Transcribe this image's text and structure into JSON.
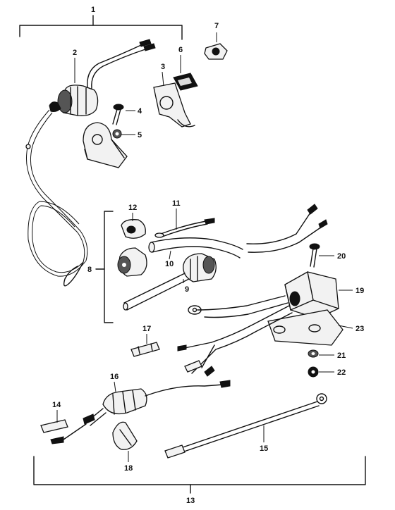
{
  "parts": [
    {
      "id": "part-1",
      "label": "1"
    },
    {
      "id": "part-2",
      "label": "2"
    },
    {
      "id": "part-3",
      "label": "3"
    },
    {
      "id": "part-4",
      "label": "4"
    },
    {
      "id": "part-5",
      "label": "5"
    },
    {
      "id": "part-6",
      "label": "6"
    },
    {
      "id": "part-7",
      "label": "7"
    },
    {
      "id": "part-8",
      "label": "8"
    },
    {
      "id": "part-9",
      "label": "9"
    },
    {
      "id": "part-10",
      "label": "10"
    },
    {
      "id": "part-11",
      "label": "11"
    },
    {
      "id": "part-12",
      "label": "12"
    },
    {
      "id": "part-13",
      "label": "13"
    },
    {
      "id": "part-14",
      "label": "14"
    },
    {
      "id": "part-15",
      "label": "15"
    },
    {
      "id": "part-16",
      "label": "16"
    },
    {
      "id": "part-17",
      "label": "17"
    },
    {
      "id": "part-18",
      "label": "18"
    },
    {
      "id": "part-19",
      "label": "19"
    },
    {
      "id": "part-20",
      "label": "20"
    },
    {
      "id": "part-21",
      "label": "21"
    },
    {
      "id": "part-22",
      "label": "22"
    },
    {
      "id": "part-23",
      "label": "23"
    }
  ]
}
